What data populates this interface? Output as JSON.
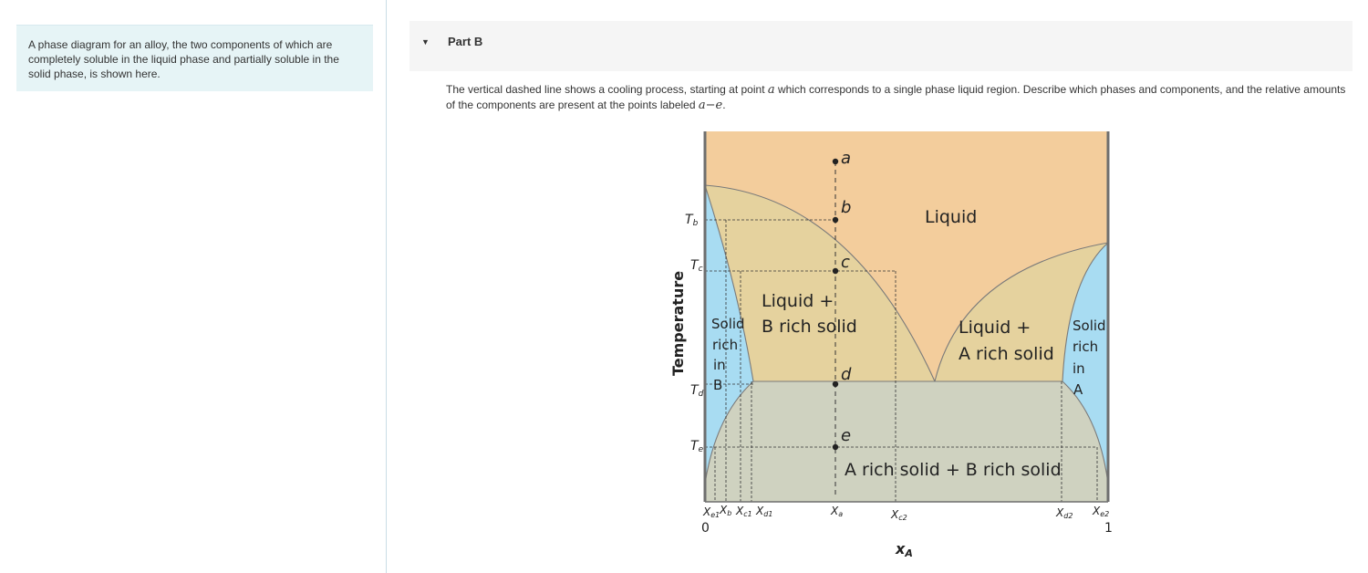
{
  "intro": {
    "text": "A phase diagram for an alloy, the two components of which are completely soluble in the liquid phase and partially soluble in the solid phase, is shown here."
  },
  "part": {
    "caret_icon": "triangle-down-icon",
    "title": "Part B"
  },
  "question": {
    "text_before_a": "The vertical dashed line shows a cooling process, starting at point ",
    "var_a": "a",
    "text_after_a": " which corresponds to a single phase liquid region. Describe which phases and components, and the relative amounts of the components are present at the points labeled ",
    "var_range": "a−e",
    "text_end": "."
  },
  "diagram": {
    "regions": {
      "liquid": "Liquid",
      "liquid_b_1": "Liquid +",
      "liquid_b_2": "B rich solid",
      "liquid_a_1": "Liquid +",
      "liquid_a_2": "A rich solid",
      "solid_b_1": "Solid",
      "solid_b_2": "rich",
      "solid_b_3": "in",
      "solid_b_4": "B",
      "solid_a_1": "Solid",
      "solid_a_2": "rich",
      "solid_a_3": "in",
      "solid_a_4": "A",
      "two_solids": "A rich solid + B rich solid"
    },
    "points": [
      "a",
      "b",
      "c",
      "d",
      "e"
    ],
    "temps": {
      "b": "T",
      "b_sub": "b",
      "c": "T",
      "c_sub": "c",
      "d": "T",
      "d_sub": "d",
      "e": "T",
      "e_sub": "e"
    },
    "y_axis_label": "Temperature",
    "x_axis_label": "x",
    "x_axis_sub": "A",
    "x_ticks": {
      "zero": "0",
      "one": "1",
      "xe1": "X",
      "xe1_sub": "e1",
      "xb": "X",
      "xb_sub": "b",
      "xc1": "X",
      "xc1_sub": "c1",
      "xd1": "X",
      "xd1_sub": "d1",
      "xa": "X",
      "xa_sub": "a",
      "xc2": "X",
      "xc2_sub": "c2",
      "xd2": "X",
      "xd2_sub": "d2",
      "xe2": "X",
      "xe2_sub": "e2"
    },
    "colors": {
      "liquid": "#f3cd9c",
      "two_phase": "#e5d29e",
      "solid_solution": "#a8dcf2",
      "two_solids": "#cfd2c0",
      "frame": "#6e6e6e"
    }
  }
}
